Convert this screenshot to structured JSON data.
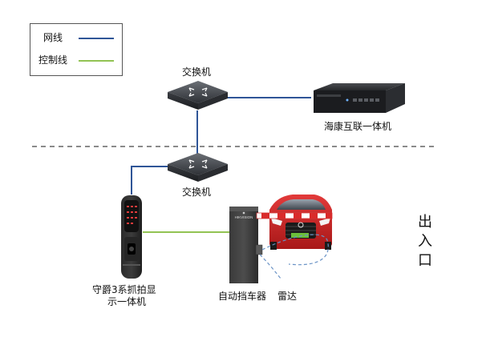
{
  "colors": {
    "network_line": "#2F5597",
    "control_line": "#92C353",
    "radar_arc": "#6A93C6",
    "dashed_divider": "#444444"
  },
  "legend": {
    "network_label": "网线",
    "control_label": "控制线"
  },
  "devices": {
    "switch_top": "交换机",
    "nvr": "海康互联一体机",
    "switch_bottom": "交换机",
    "camera_line1": "守爵3系抓拍显",
    "camera_line2": "示一体机",
    "barrier": "自动挡车器",
    "radar": "雷达",
    "car_plate": "",
    "barrier_brand": "HIKVISION"
  },
  "entrance": [
    "出",
    "入",
    "口"
  ]
}
